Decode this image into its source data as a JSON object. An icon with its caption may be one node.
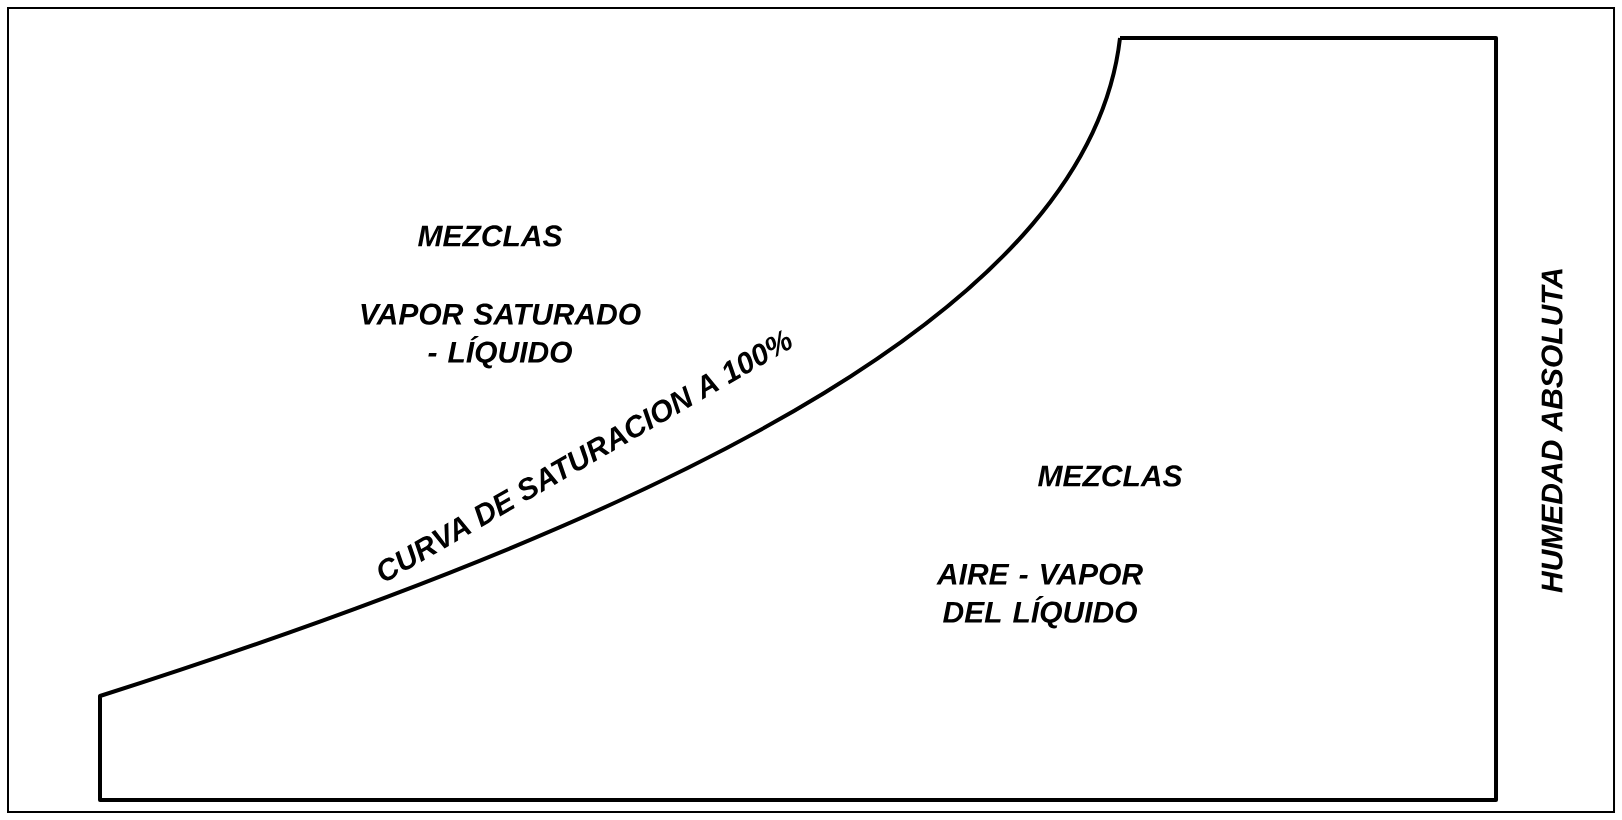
{
  "diagram": {
    "labels": [
      "MEZCLAS",
      "VAPOR SATURADO - LÍQUIDO",
      "CURVA DE SATURACION A 100%",
      "MEZCLAS",
      "AIRE - VAPOR DEL LÍQUIDO",
      "HUMEDAD ABSOLUTA"
    ]
  }
}
